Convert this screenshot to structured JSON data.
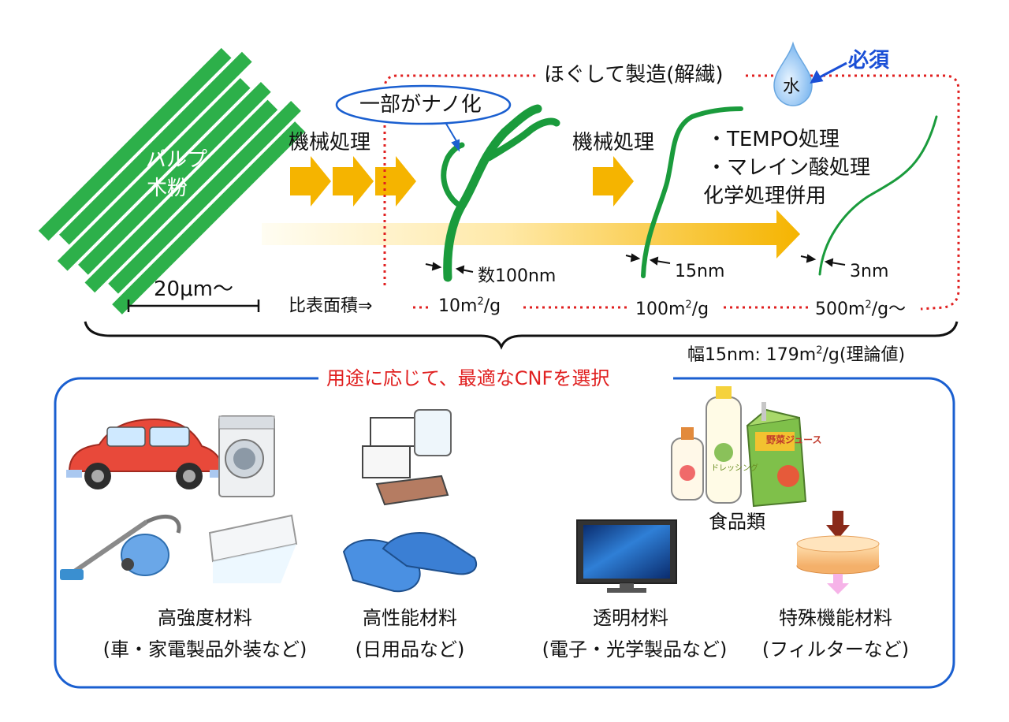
{
  "top": {
    "pulp_line1": "パルプ",
    "pulp_line2": "木粉",
    "scale_label": "20μm〜",
    "mech1": "機械処理",
    "partial_nano": "一部がナノ化",
    "fibrillate": "ほぐして製造(解繊)",
    "water": "水",
    "required": "必須",
    "mech2": "機械処理",
    "chem_line1": "・TEMPO処理",
    "chem_line2": "・マレイン酸処理",
    "chem_line3": "化学処理併用",
    "width1": "数100nm",
    "width2": "15nm",
    "width3": "3nm",
    "ssa_label": "比表面積⇒",
    "ssa1_pre": "10m",
    "ssa1_sup": "2",
    "ssa1_post": "/g",
    "ssa2_pre": "100m",
    "ssa2_sup": "2",
    "ssa2_post": "/g",
    "ssa3_pre": "500m",
    "ssa3_sup": "2",
    "ssa3_post": "/g〜",
    "theory_pre": "幅15nm: 179m",
    "theory_sup": "2",
    "theory_post": "/g(理論値)"
  },
  "bottom": {
    "header": "用途に応じて、最適なCNFを選択",
    "food": "食品類",
    "uses": [
      {
        "title": "高強度材料",
        "sub": "(車・家電製品外装など)"
      },
      {
        "title": "高性能材料",
        "sub": "(日用品など)"
      },
      {
        "title": "透明材料",
        "sub": "(電子・光学製品など)"
      },
      {
        "title": "特殊機能材料",
        "sub": "(フィルターなど)"
      }
    ],
    "juice_label": "野菜ジュース",
    "dressing_label": "ドレッシング"
  },
  "colors": {
    "fiber_green": "#1a9b3c",
    "arrow_orange": "#f5b400",
    "dotted_red": "#e02020",
    "panel_blue": "#1a5fd0"
  }
}
